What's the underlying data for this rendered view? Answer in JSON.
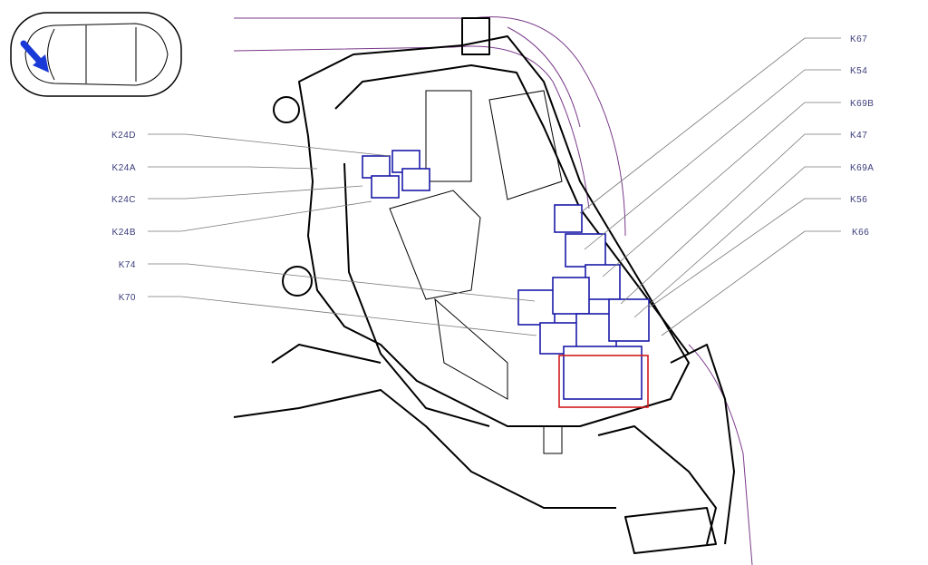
{
  "labels_left": [
    "K24D",
    "K24A",
    "K24C",
    "K24B",
    "K74",
    "K70"
  ],
  "labels_right": [
    "K67",
    "K54",
    "K69B",
    "K47",
    "K69A",
    "K56",
    "K66"
  ],
  "colors": {
    "relay": "#1a1aa8",
    "highlight": "#d01c1c",
    "label": "#3a3a7a",
    "arrow": "#1a3ad8",
    "wire": "#7a3a8a"
  },
  "icons": {
    "locator": "car-top-view-with-arrow-icon"
  }
}
